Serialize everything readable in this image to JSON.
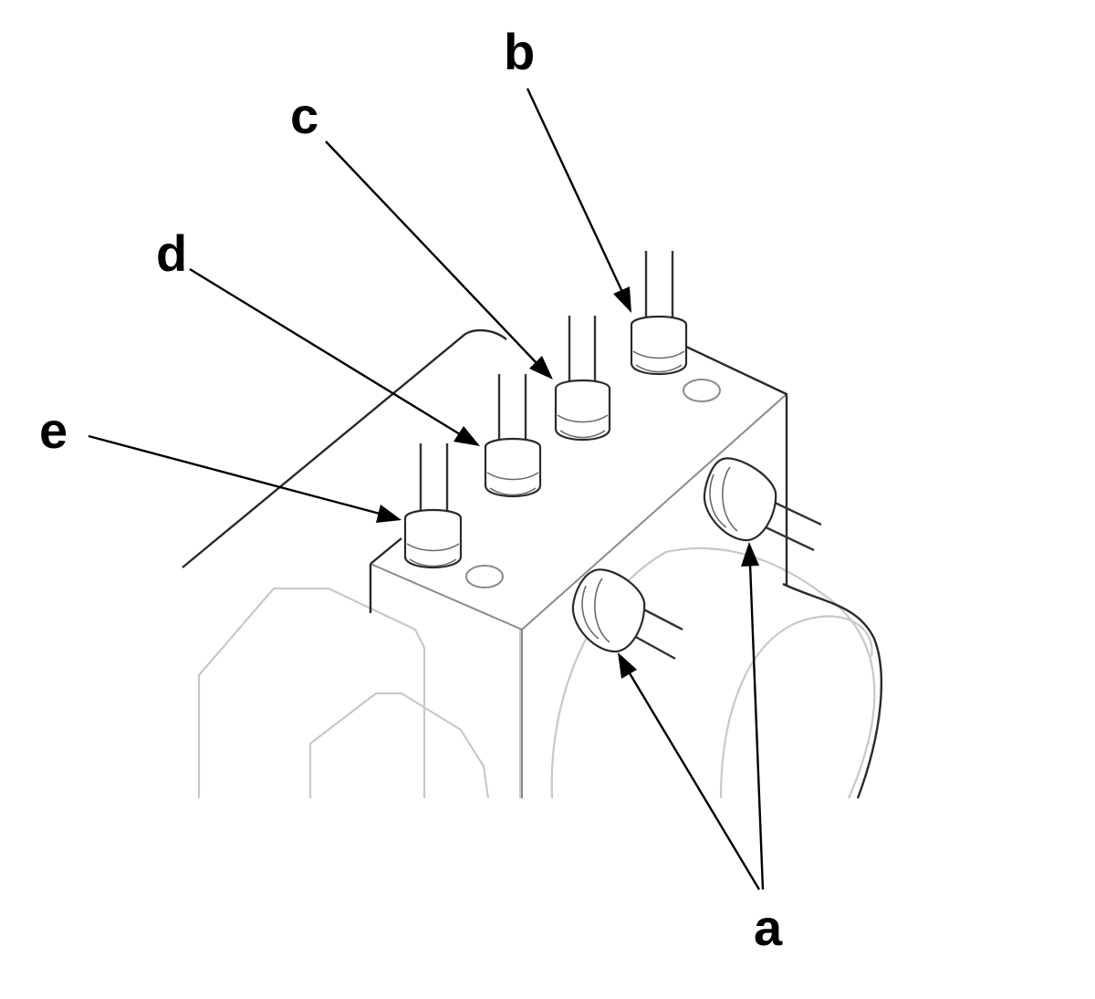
{
  "callouts": {
    "a": "a",
    "b": "b",
    "c": "c",
    "d": "d",
    "e": "e"
  },
  "colors": {
    "line": "#2a2a2a",
    "ghost_outline": "#c8c8c8",
    "leader": "#000000",
    "background": "#ffffff"
  }
}
